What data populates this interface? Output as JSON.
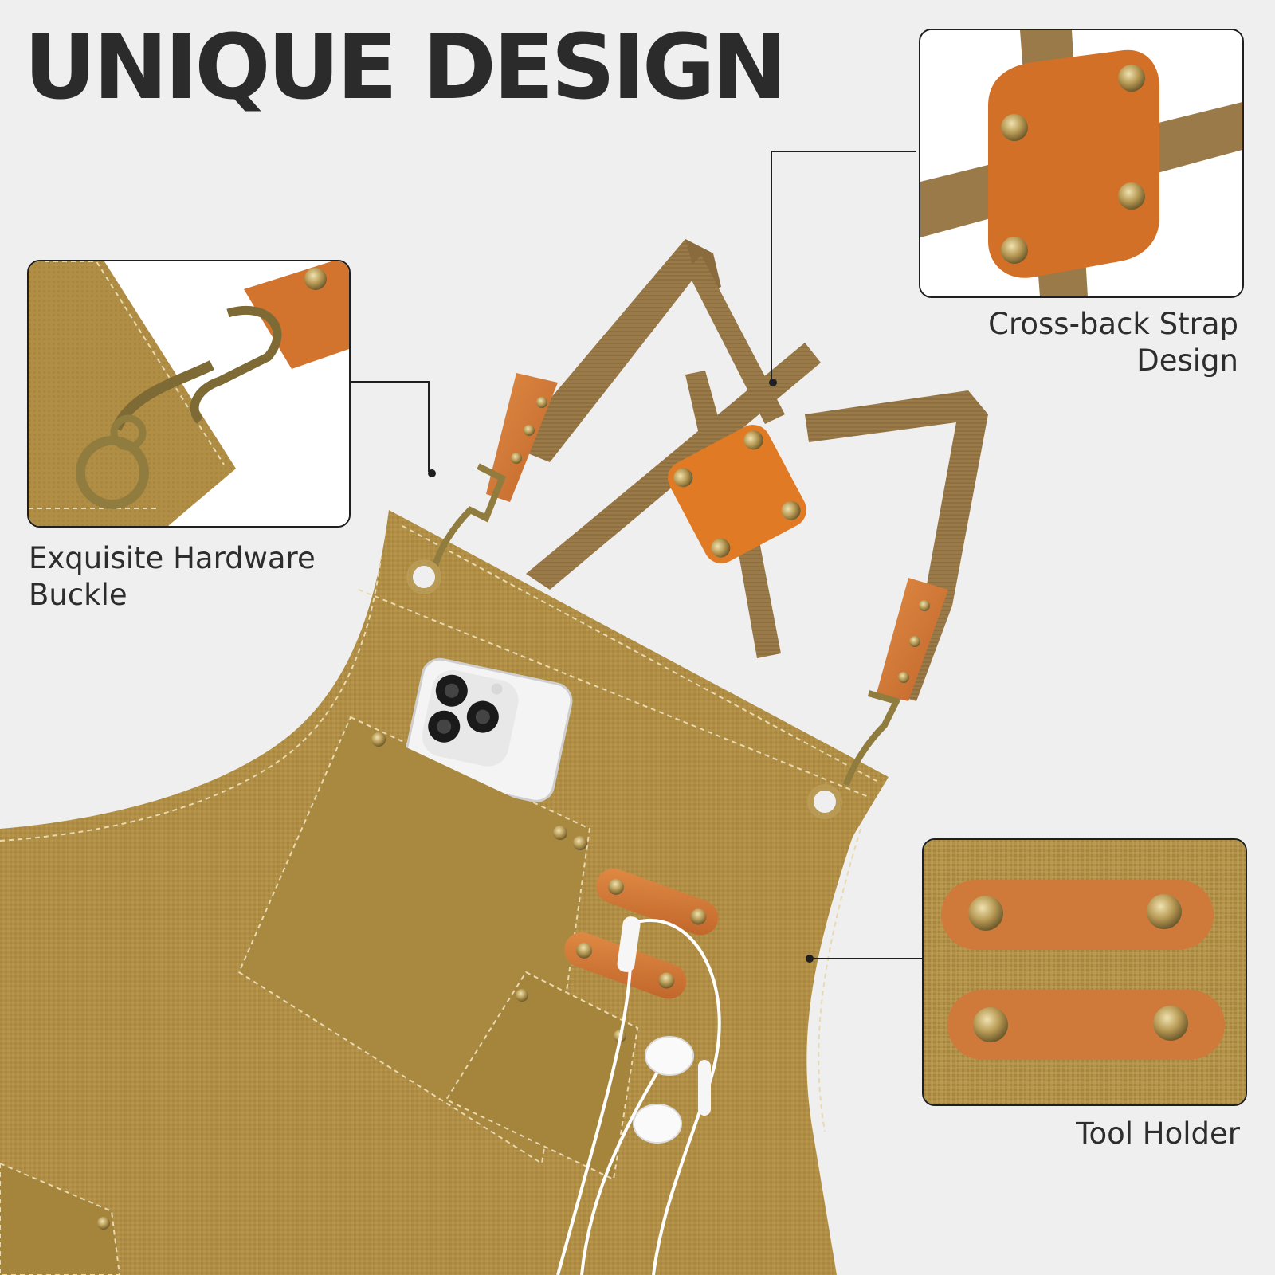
{
  "headline": "UNIQUE DESIGN",
  "callouts": {
    "hardware": {
      "line1": "Exquisite Hardware",
      "line2": "Buckle"
    },
    "cross_back": {
      "line1": "Cross-back Strap",
      "line2": "Design"
    },
    "tool_holder": {
      "line1": "Tool Holder"
    }
  },
  "colors": {
    "background": "#efefef",
    "canvas": "#b08f45",
    "canvas_shadow": "#9a7a35",
    "strap": "#9a7a48",
    "leather": "#d2742e",
    "leather_bright": "#e07a25",
    "brass": "#b89a55",
    "stitch": "#e8d9b0",
    "text": "#2b2b2b"
  }
}
